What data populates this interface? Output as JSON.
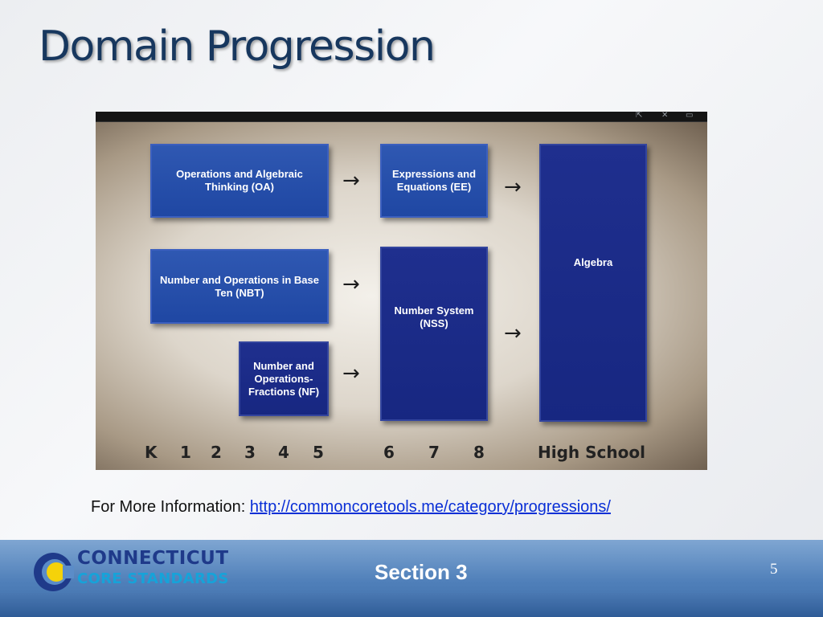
{
  "slide": {
    "title": "Domain Progression",
    "info_label": "For More Information: ",
    "info_link": "http://commoncoretools.me/category/progressions/",
    "section": "Section 3",
    "page_number": "5"
  },
  "logo": {
    "line1": "CONNECTICUT",
    "line2": "CORE STANDARDS"
  },
  "video": {
    "toolbar_icons": [
      "fullscreen-icon",
      "share-icon",
      "window-icon"
    ]
  },
  "diagram": {
    "boxes": {
      "oa": "Operations and Algebraic Thinking (OA)",
      "nbt": "Number and Operations in Base Ten (NBT)",
      "nf": "Number and Operations- Fractions (NF)",
      "ee": "Expressions and Equations (EE)",
      "nss": "Number System (NSS)",
      "algebra": "Algebra"
    },
    "arrow_glyph": "→",
    "grades": [
      "K",
      "1",
      "2",
      "3",
      "4",
      "5",
      "6",
      "7",
      "8",
      "High School"
    ]
  },
  "colors": {
    "title": "#17375e",
    "box_mid": "#1f47a3",
    "box_dark": "#172781",
    "link": "#0a2fd6",
    "footer": "#4f7fb9"
  }
}
